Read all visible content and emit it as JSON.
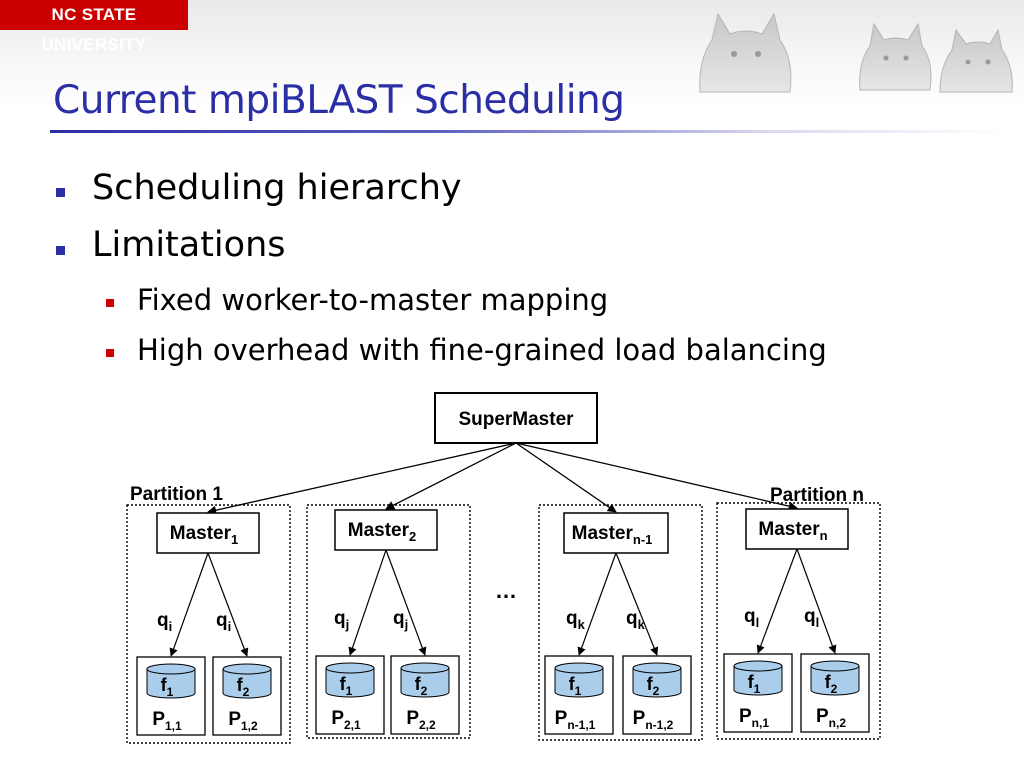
{
  "header": {
    "logo_text": "NC STATE UNIVERSITY",
    "mascot_image": "wolves"
  },
  "slide": {
    "title": "Current mpiBLAST Scheduling",
    "bullets": [
      {
        "level": 1,
        "text": "Scheduling hierarchy"
      },
      {
        "level": 1,
        "text": "Limitations"
      },
      {
        "level": 2,
        "text": "Fixed worker-to-master mapping"
      },
      {
        "level": 2,
        "text": "High overhead with fine-grained load balancing"
      }
    ]
  },
  "diagram": {
    "supermaster_label": "SuperMaster",
    "ellipsis": "…",
    "partition_labels": {
      "first": "Partition 1",
      "last": "Partition n"
    },
    "partitions": [
      {
        "master": {
          "base": "Master",
          "sub": "1"
        },
        "queues": [
          {
            "base": "q",
            "sub": "i"
          },
          {
            "base": "q",
            "sub": "i"
          }
        ],
        "workers": [
          {
            "f_base": "f",
            "f_sub": "1",
            "p_base": "P",
            "p_sub": "1,1"
          },
          {
            "f_base": "f",
            "f_sub": "2",
            "p_base": "P",
            "p_sub": "1,2"
          }
        ]
      },
      {
        "master": {
          "base": "Master",
          "sub": "2"
        },
        "queues": [
          {
            "base": "q",
            "sub": "j"
          },
          {
            "base": "q",
            "sub": "j"
          }
        ],
        "workers": [
          {
            "f_base": "f",
            "f_sub": "1",
            "p_base": "P",
            "p_sub": "2,1"
          },
          {
            "f_base": "f",
            "f_sub": "2",
            "p_base": "P",
            "p_sub": "2,2"
          }
        ]
      },
      {
        "master": {
          "base": "Master",
          "sub": "n-1"
        },
        "queues": [
          {
            "base": "q",
            "sub": "k"
          },
          {
            "base": "q",
            "sub": "k"
          }
        ],
        "workers": [
          {
            "f_base": "f",
            "f_sub": "1",
            "p_base": "P",
            "p_sub": "n-1,1"
          },
          {
            "f_base": "f",
            "f_sub": "2",
            "p_base": "P",
            "p_sub": "n-1,2"
          }
        ]
      },
      {
        "master": {
          "base": "Master",
          "sub": "n"
        },
        "queues": [
          {
            "base": "q",
            "sub": "l"
          },
          {
            "base": "q",
            "sub": "l"
          }
        ],
        "workers": [
          {
            "f_base": "f",
            "f_sub": "1",
            "p_base": "P",
            "p_sub": "n,1"
          },
          {
            "f_base": "f",
            "f_sub": "2",
            "p_base": "P",
            "p_sub": "n,2"
          }
        ]
      }
    ],
    "colors": {
      "cylinder_fill": "#a9cdea",
      "cylinder_stroke": "#000000",
      "title_blue": "#2b2fa6",
      "logo_red": "#cc0000"
    }
  }
}
